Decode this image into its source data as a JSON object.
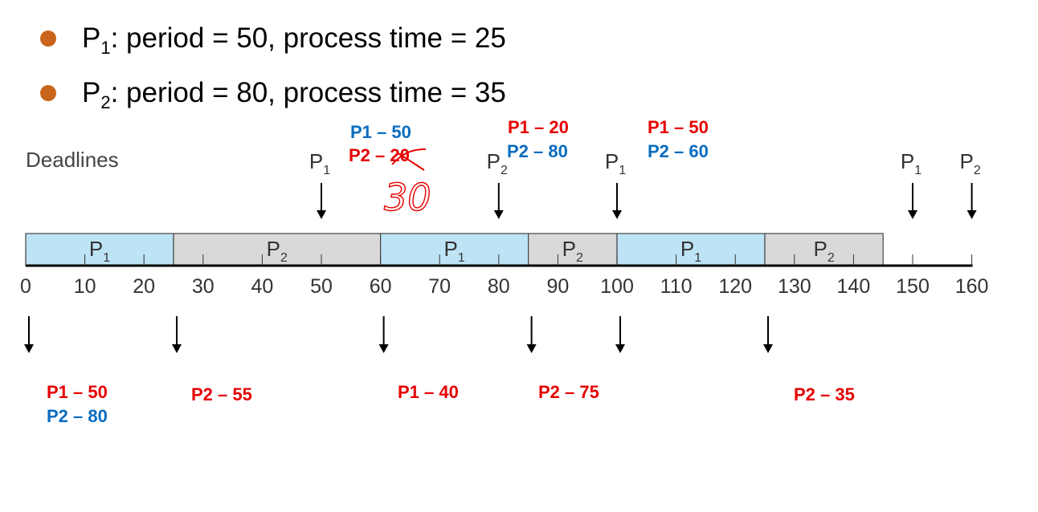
{
  "bullets": [
    {
      "proc": "P",
      "sub": "1",
      "text": ": period = 50, process time = 25"
    },
    {
      "proc": "P",
      "sub": "2",
      "text": ": period = 80, process time = 35"
    }
  ],
  "deadlines_label": "Deadlines",
  "deadline_markers": [
    {
      "proc": "P",
      "sub": "1",
      "time": 50
    },
    {
      "proc": "P",
      "sub": "2",
      "time": 80
    },
    {
      "proc": "P",
      "sub": "1",
      "time": 100
    },
    {
      "proc": "P",
      "sub": "1",
      "time": 150
    },
    {
      "proc": "P",
      "sub": "2",
      "time": 160
    }
  ],
  "schedule": [
    {
      "proc": "P",
      "sub": "1",
      "start": 0,
      "end": 25,
      "color": "#bde3f5"
    },
    {
      "proc": "P",
      "sub": "2",
      "start": 25,
      "end": 60,
      "color": "#d9d9d9"
    },
    {
      "proc": "P",
      "sub": "1",
      "start": 60,
      "end": 85,
      "color": "#bde3f5"
    },
    {
      "proc": "P",
      "sub": "2",
      "start": 85,
      "end": 100,
      "color": "#d9d9d9"
    },
    {
      "proc": "P",
      "sub": "1",
      "start": 100,
      "end": 125,
      "color": "#bde3f5"
    },
    {
      "proc": "P",
      "sub": "2",
      "start": 125,
      "end": 145,
      "color": "#d9d9d9"
    }
  ],
  "ticks": [
    0,
    10,
    20,
    30,
    40,
    50,
    60,
    70,
    80,
    90,
    100,
    110,
    120,
    130,
    140,
    150,
    160
  ],
  "event_arrows": [
    0,
    25,
    60,
    85,
    100,
    125
  ],
  "annotations_top": {
    "t60_line1": "P1 – 50",
    "t60_line2_prefix": "P2 – ",
    "t60_struck": "20",
    "t60_handwritten": "30",
    "t85_line1": "P1 – 20",
    "t85_line2": "P2 – 80",
    "t100_line1": "P1 – 50",
    "t100_line2": "P2 – 60"
  },
  "annotations_bottom": {
    "t0_line1": "P1 – 50",
    "t0_line2": "P2 – 80",
    "t25": "P2 – 55",
    "t60": "P1 – 40",
    "t85": "P2 – 75",
    "t125": "P2 – 35"
  },
  "colors": {
    "bullet": "#c8651b",
    "red": "#e60000",
    "blue": "#0a6cc0",
    "p1_fill": "#bde3f5",
    "p2_fill": "#d9d9d9"
  }
}
